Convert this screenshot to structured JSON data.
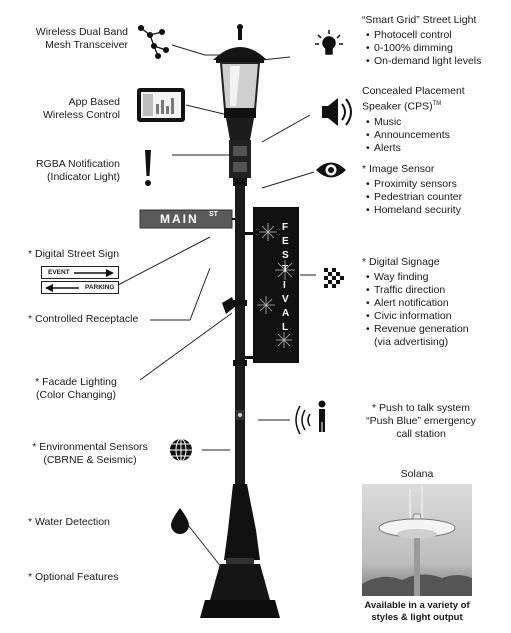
{
  "left_labels": {
    "mesh": "Wireless Dual Band\nMesh Transceiver",
    "app": "App Based\nWireless Control",
    "rgba": "RGBA Notification\n(Indicator Light)",
    "street_sign": "* Digital Street Sign",
    "receptacle": "* Controlled Receptacle",
    "facade": "* Facade Lighting\n(Color Changing)",
    "env": "* Environmental Sensors\n(CBRNE & Seismic)",
    "water": "* Water Detection",
    "optional": "* Optional Features"
  },
  "right_sections": {
    "smart_grid": {
      "title": "“Smart Grid” Street Light",
      "items": [
        "Photocell control",
        "0-100% dimming",
        "On-demand light levels"
      ]
    },
    "speaker": {
      "title": "Concealed Placement\nSpeaker (CPS)",
      "tm": "TM",
      "items": [
        "Music",
        "Announcements",
        "Alerts"
      ]
    },
    "image": {
      "title": "* Image Sensor",
      "items": [
        "Proximity sensors",
        "Pedestrian counter",
        "Homeland security"
      ]
    },
    "signage": {
      "title": "* Digital Signage",
      "items": [
        "Way finding",
        "Traffic direction",
        "Alert notification",
        "Civic information",
        "Revenue generation"
      ],
      "note": "(via advertising)"
    },
    "push": "* Push to talk system\n“Push Blue” emergency\ncall station"
  },
  "sign": {
    "main": "MAIN",
    "st": "ST",
    "event": "EVENT",
    "parking": "PARKING"
  },
  "banner": {
    "letters": [
      "F",
      "E",
      "S",
      "T",
      "I",
      "V",
      "A",
      "L"
    ]
  },
  "solana": {
    "title": "Solana",
    "caption": "Available in a variety of\nstyles & light output"
  }
}
